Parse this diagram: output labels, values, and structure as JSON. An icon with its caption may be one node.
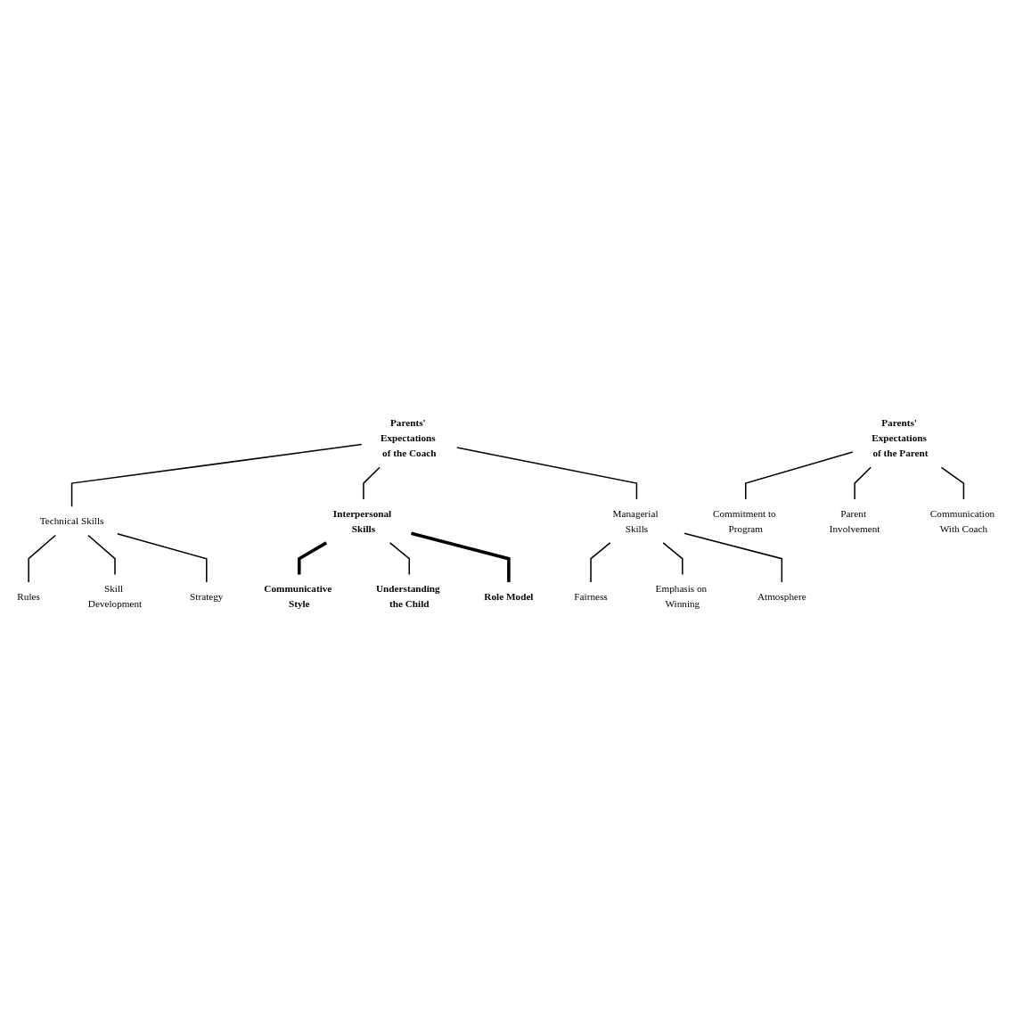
{
  "diagram": {
    "nodes": [
      {
        "text": [
          "Parents' Expectations of the Coach"
        ]
      },
      {
        "text": [
          "Interpersonal Skills"
        ]
      },
      {
        "text": [
          "Technical Skills"
        ]
      },
      {
        "text": [
          "Communicative Style"
        ]
      },
      {
        "text": [
          "Understanding the Child"
        ]
      },
      {
        "text": [
          "Role Model"
        ]
      },
      {
        "text": [
          "Managerial Skills"
        ]
      },
      {
        "text": [
          "Rules"
        ]
      },
      {
        "text": [
          "Skill Development"
        ]
      },
      {
        "text": [
          "Strategy"
        ]
      },
      {
        "text": [
          "Fairness"
        ]
      },
      {
        "text": [
          "Emphasis on Winning"
        ]
      },
      {
        "text": [
          "Atmosphere"
        ]
      },
      {
        "text": [
          "Parents' Expectations of the Parent"
        ]
      },
      {
        "text": [
          "Commitment to Program"
        ]
      },
      {
        "text": [
          "Parent Involvement"
        ]
      },
      {
        "text": [
          "Communication With Coach"
        ]
      }
    ],
    "edges": [
      {
        "from": 0,
        "to": 2,
        "arrow": "none"
      },
      {
        "from": 0,
        "to": 1,
        "arrow": "none"
      },
      {
        "from": 0,
        "to": 6,
        "arrow": "none"
      },
      {
        "from": 1,
        "to": 3,
        "arrow": "none",
        "style": "thick"
      },
      {
        "from": 1,
        "to": 4,
        "arrow": "none"
      },
      {
        "from": 1,
        "to": 5,
        "arrow": "none",
        "style": "thick"
      },
      {
        "from": 2,
        "to": 7,
        "arrow": "none"
      },
      {
        "from": 2,
        "to": 8,
        "arrow": "none"
      },
      {
        "from": 2,
        "to": 9,
        "arrow": "none"
      },
      {
        "from": 6,
        "to": 10,
        "arrow": "none"
      },
      {
        "from": 6,
        "to": 11,
        "arrow": "none"
      },
      {
        "from": 6,
        "to": 12,
        "arrow": "none"
      },
      {
        "from": 13,
        "to": 14,
        "arrow": "none"
      },
      {
        "from": 13,
        "to": 15,
        "arrow": "none"
      },
      {
        "from": 13,
        "to": 16,
        "arrow": "none"
      }
    ]
  }
}
